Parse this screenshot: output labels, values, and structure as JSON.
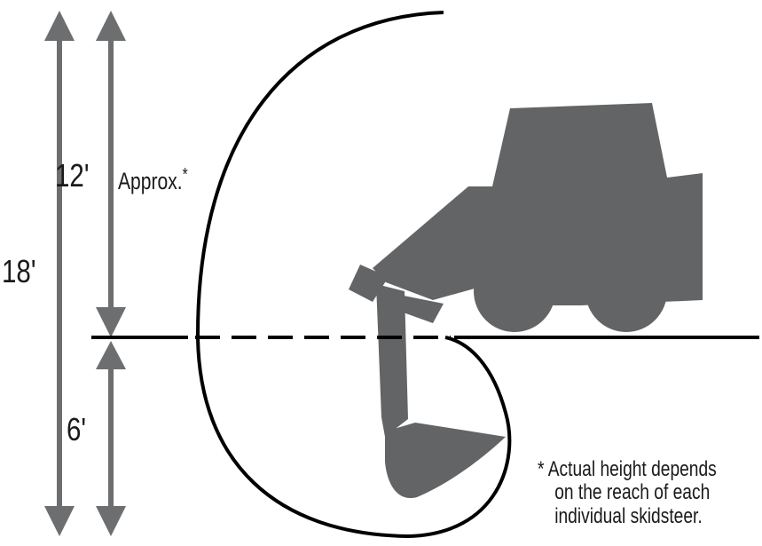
{
  "labels": {
    "total_depth": "18'",
    "upper_reach": "12'",
    "approx": "Approx.",
    "approx_mark": "*",
    "lower_reach": "6'"
  },
  "footnote": {
    "line1": "* Actual height depends",
    "line2": "on the reach of each",
    "line3": "individual skidsteer."
  },
  "colors": {
    "machine": "#636466",
    "arrow": "#6d6e70",
    "line": "#000000",
    "background": "#ffffff"
  }
}
